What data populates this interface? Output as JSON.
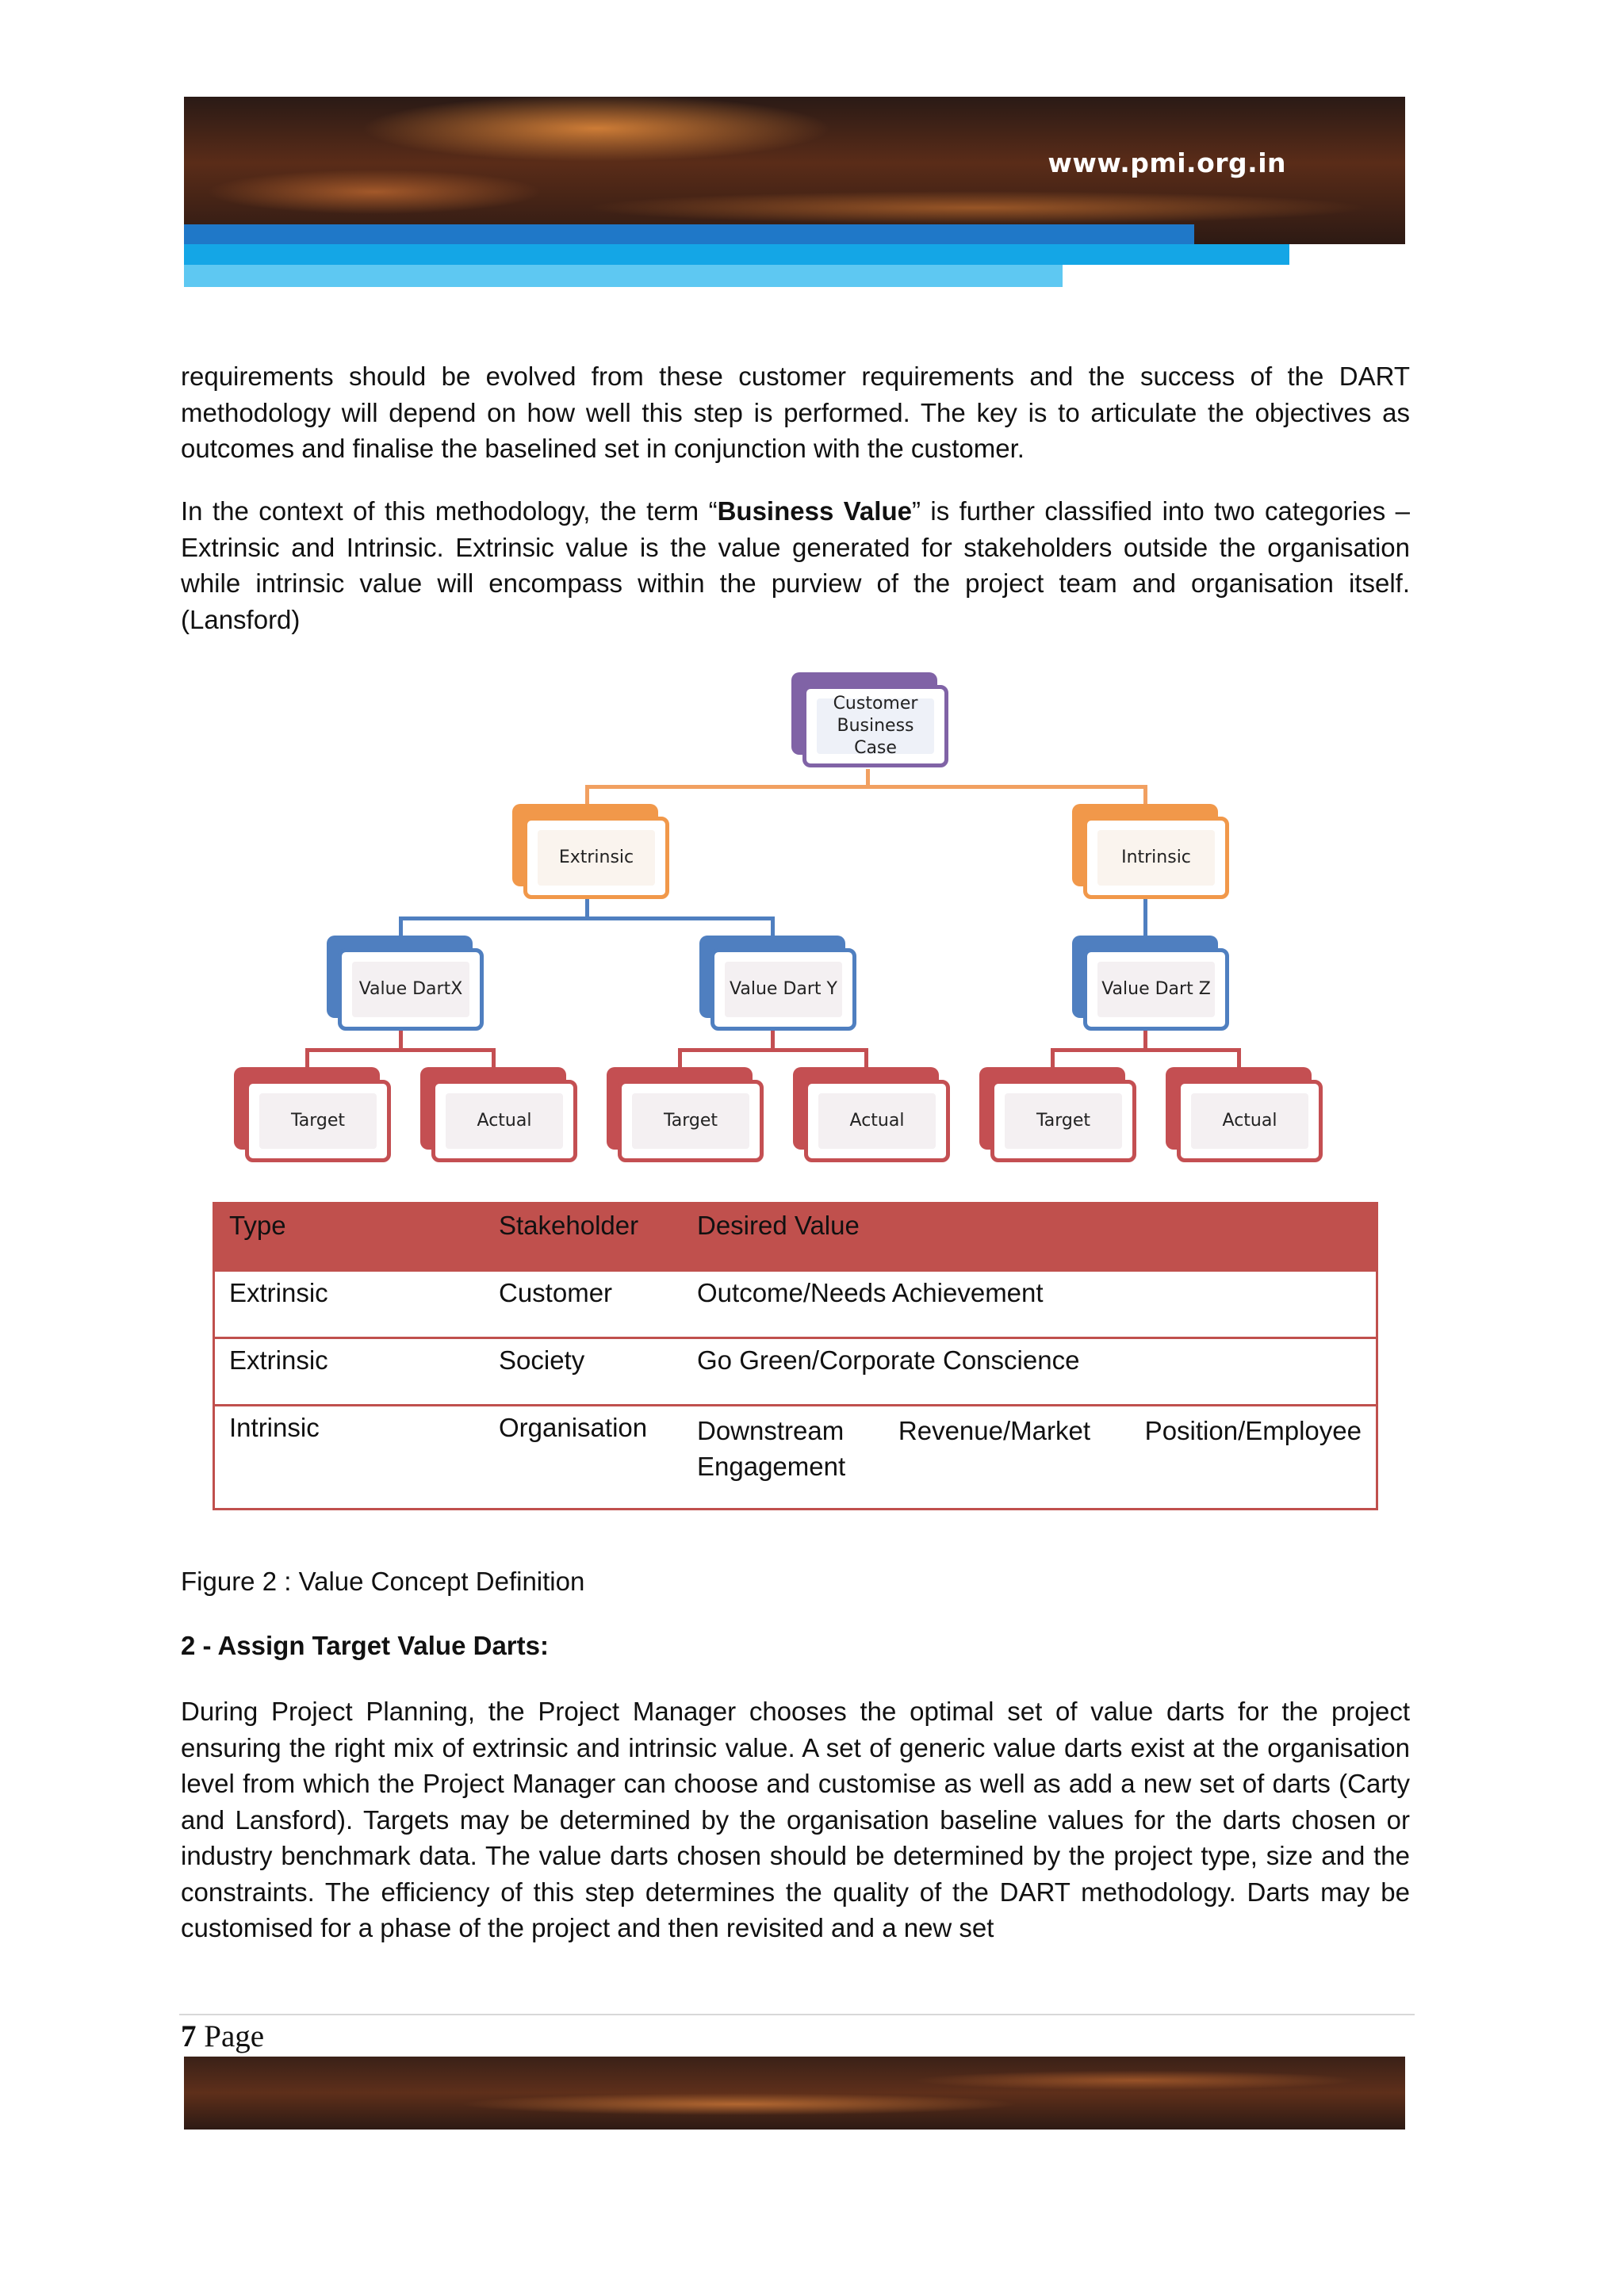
{
  "header": {
    "url": "www.pmi.org.in",
    "stripe_colors": [
      "#1f78c8",
      "#14a6e6",
      "#5ec8f2"
    ]
  },
  "paragraphs": {
    "p1": "requirements should be evolved from these customer requirements and the success of the DART methodology will depend on how well this step is performed. The key is to articulate the objectives as outcomes and finalise the baselined set in conjunction with the customer.",
    "p2_pre": "In the context of this methodology, the term “",
    "p2_bold": "Business Value",
    "p2_post": "” is further classified into two categories – Extrinsic and Intrinsic. Extrinsic value is the value generated for stakeholders outside the organisation while intrinsic value will encompass within the purview of the project team and organisation itself. (Lansford)"
  },
  "diagram": {
    "root": {
      "line1": "Customer",
      "line2": "Business Case"
    },
    "level1": [
      "Extrinsic",
      "Intrinsic"
    ],
    "level2": [
      "Value DartX",
      "Value Dart Y",
      "Value Dart Z"
    ],
    "level3": [
      "Target",
      "Actual",
      "Target",
      "Actual",
      "Target",
      "Actual"
    ],
    "colors": {
      "root": "#8063a6",
      "level1": "#f1984a",
      "level2": "#4f7fc0",
      "level3": "#c44f52"
    }
  },
  "table": {
    "header": [
      "Type",
      "Stakeholder",
      "Desired Value"
    ],
    "rows": [
      [
        "Extrinsic",
        "Customer",
        "Outcome/Needs Achievement"
      ],
      [
        "Extrinsic",
        "Society",
        "Go Green/Corporate Conscience"
      ],
      [
        "Intrinsic",
        "Organisation",
        "Downstream Revenue/Market Position/Employee Engagement"
      ]
    ],
    "accent": "#c0504d"
  },
  "caption": "Figure 2 : Value Concept Definition",
  "section_heading": "2 - Assign Target Value Darts:",
  "p3": "During Project Planning, the Project Manager chooses the optimal set of value darts for the project ensuring the right mix of extrinsic and intrinsic value. A set of generic value darts exist at the organisation level from which the Project Manager can choose and customise as well as add a new set of darts (Carty and Lansford). Targets may be determined by the organisation baseline values for the darts chosen or industry benchmark data. The value darts chosen should be determined by the project type, size and the constraints. The efficiency of this step determines the quality of the DART methodology. Darts may be customised for a phase of the project and then revisited and a new set",
  "footer": {
    "page_number": "7",
    "page_label": "Page"
  }
}
